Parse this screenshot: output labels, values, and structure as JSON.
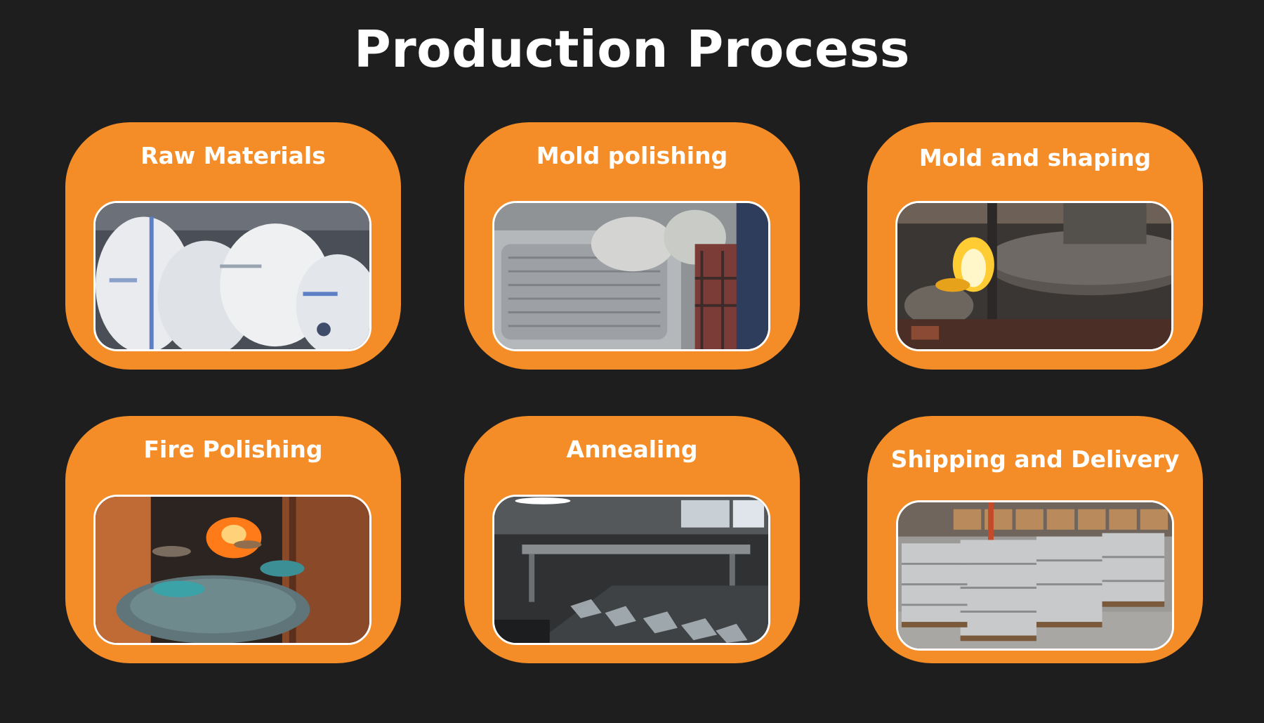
{
  "page": {
    "title": "Production Process"
  },
  "cards": [
    {
      "title": "Raw Materials",
      "image_icon": "raw-materials-photo"
    },
    {
      "title": "Mold polishing",
      "image_icon": "mold-polishing-photo"
    },
    {
      "title": "Mold and shaping",
      "image_icon": "mold-shaping-photo"
    },
    {
      "title": "Fire Polishing",
      "image_icon": "fire-polishing-photo"
    },
    {
      "title": "Annealing",
      "image_icon": "annealing-photo"
    },
    {
      "title": "Shipping and Delivery",
      "image_icon": "shipping-photo"
    }
  ],
  "colors": {
    "background": "#1e1e1e",
    "card": "#f48d27",
    "text": "#ffffff"
  }
}
